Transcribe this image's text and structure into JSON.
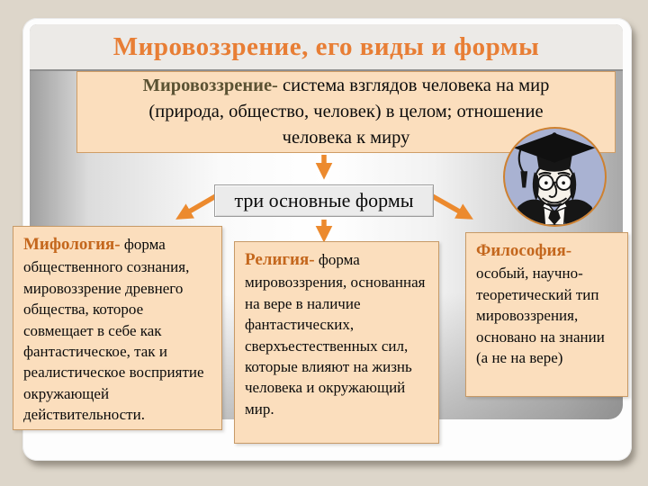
{
  "slide": {
    "title": "Мировоззрение, его виды и формы",
    "definition": {
      "term": "Мировоззрение-",
      "text": " система взглядов человека на мир (природа, общество, человек) в целом; отношение человека к миру"
    },
    "connector_label": "три основные формы",
    "forms": [
      {
        "term": "Мифология-",
        "text": " форма общественного сознания, мировоззрение древнего общества, которое совмещает в себе как фантастическое, так и реалистическое восприятие окружающей действительности."
      },
      {
        "term": "Религия-",
        "text": " форма мировоззрения, основанная на вере в наличие фантастических, сверхъестественных сил, которые влияют на жизнь человека и окружающий мир."
      },
      {
        "term": "Философия-",
        "text": " особый, научно-теоретический тип мировоззрения, основано на знании (а не на вере)"
      }
    ],
    "icons": {
      "professor": "professor-graduate-cartoon-icon"
    },
    "colors": {
      "page_background": "#ddd6ca",
      "slide_background": "#fdfdfd",
      "title_color": "#e87e35",
      "definition_term_color": "#5b5233",
      "form_term_color": "#c4671d",
      "box_background": "#fbdebd",
      "box_border": "#c79a67",
      "arrow_color": "#ec8a2e",
      "connector_box_background": "#ebebeb",
      "professor_circle_fill": "#a9b2d2",
      "professor_circle_border": "#ce8130"
    }
  }
}
